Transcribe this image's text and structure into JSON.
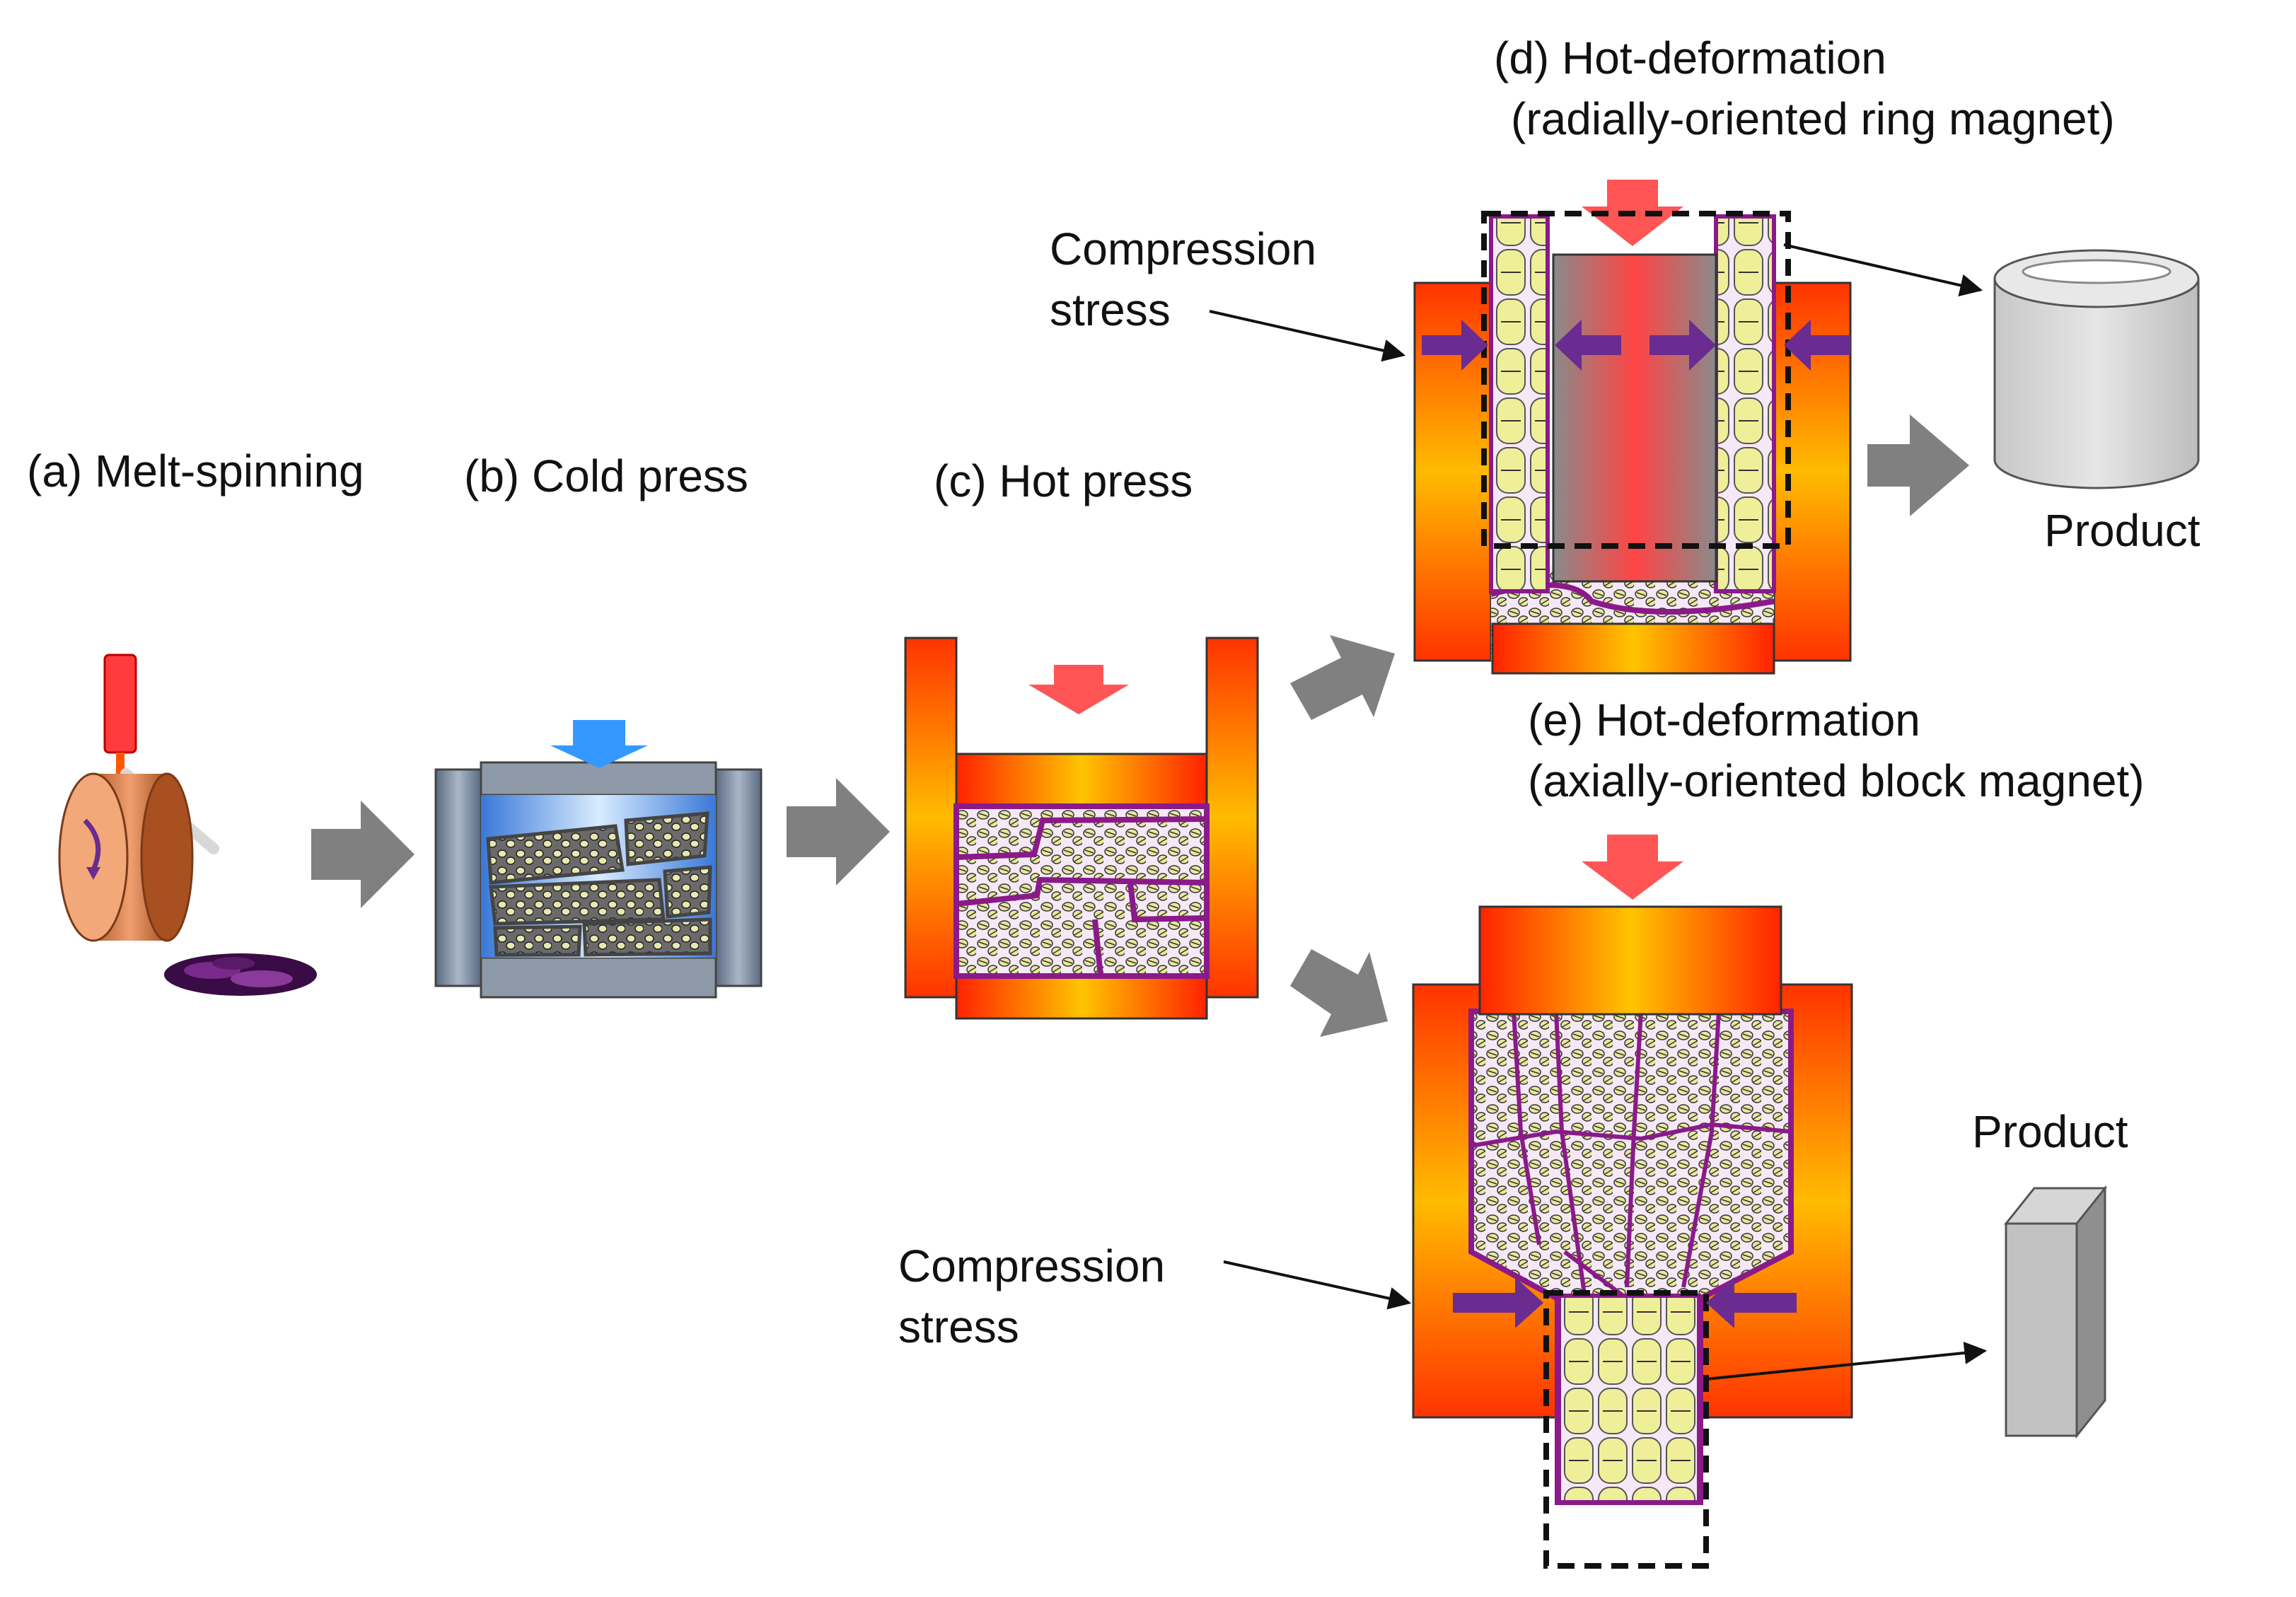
{
  "labels": {
    "a": "(a) Melt-spinning",
    "b": "(b) Cold press",
    "c": "(c) Hot press",
    "d_line1": "(d) Hot-deformation",
    "d_line2": "(radially-oriented ring magnet)",
    "e_line1": "(e) Hot-deformation",
    "e_line2": "(axially-oriented block magnet)"
  },
  "annotations": {
    "compression_d_line1": "Compression",
    "compression_d_line2": "stress",
    "compression_e_line1": "Compression",
    "compression_e_line2": "stress",
    "product_d": "Product",
    "product_e": "Product"
  },
  "colors": {
    "flow_arrow": "#808080",
    "press_arrow_hot": "#ff5555",
    "press_arrow_cold": "#3399ff",
    "stress_arrow": "#6a2c91",
    "grain": "#efef9a",
    "grain_boundary": "#8a1a8a",
    "die_hot_outer": "#ff2200",
    "die_hot_inner": "#ffc400",
    "ribbon": "#4a1050"
  },
  "icons": [
    "gray-flow-arrow",
    "red-press-arrow",
    "blue-press-arrow",
    "purple-stress-arrow",
    "copper-wheel-icon",
    "ring-magnet-icon",
    "block-magnet-icon"
  ]
}
